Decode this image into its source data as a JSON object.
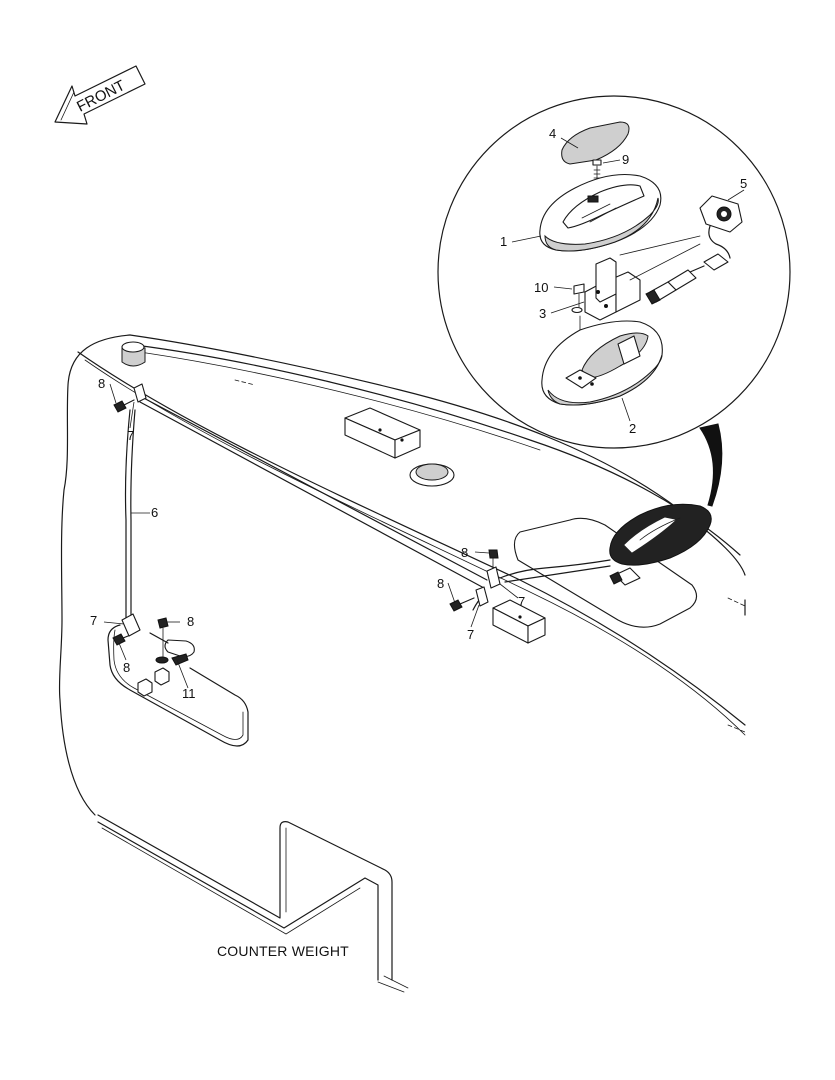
{
  "direction_arrow": {
    "label": "FRONT"
  },
  "callouts": {
    "c1": "1",
    "c2": "2",
    "c3": "3",
    "c4": "4",
    "c5": "5",
    "c6": "6",
    "c7": "7",
    "c8": "8",
    "c9": "9",
    "c10": "10",
    "c11": "11"
  },
  "caption": "COUNTER WEIGHT"
}
